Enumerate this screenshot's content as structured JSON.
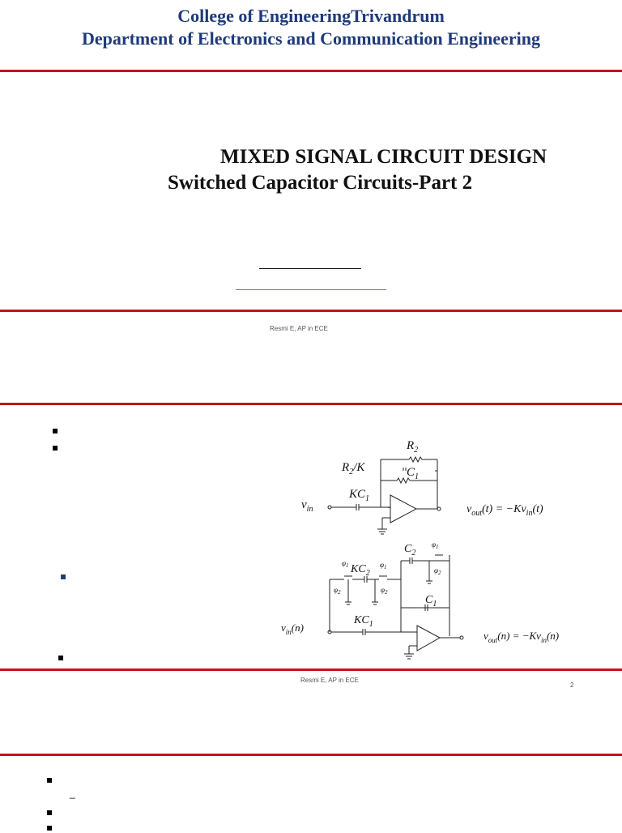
{
  "header": {
    "line1": "College of EngineeringTrivandrum",
    "line2": "Department of Electronics and Communication Engineering"
  },
  "slide1": {
    "title": "MIXED SIGNAL CIRCUIT DESIGN",
    "subtitle": "Switched Capacitor Circuits-Part 2",
    "footer": "Resmi E, AP in ECE"
  },
  "slide2": {
    "footer": "Resmi E, AP in ECE",
    "page_number": "2",
    "bullets": [
      "▪",
      "▪",
      "▪",
      "▪"
    ],
    "circuit_top": {
      "r2": "R",
      "r2_sub": "2",
      "r2k": "R",
      "r2k_sub": "2",
      "r2k_suffix": "/K",
      "c1": "C",
      "c1_sub": "1",
      "kc1": "KC",
      "kc1_sub": "1",
      "vin": "v",
      "vin_sub": "in",
      "vout": "v",
      "vout_sub": "out",
      "vout_eq": "(t)  =  −Kv",
      "vout_eq_sub": "in",
      "vout_eq_end": "(t)"
    },
    "circuit_bottom": {
      "phi1": "φ",
      "phi2": "φ",
      "c2": "C",
      "c2_sub": "2",
      "kc2": "KC",
      "kc2_sub": "2",
      "c1": "C",
      "c1_sub": "1",
      "kc1": "KC",
      "kc1_sub": "1",
      "vin": "v",
      "vin_sub": "in",
      "vin_arg": "(n)",
      "vout": "v",
      "vout_sub": "out",
      "vout_eq": "(n)  =  −Kv",
      "vout_eq_sub": "in",
      "vout_eq_end": "(n)"
    }
  },
  "slide3": {
    "bullets": [
      "▪",
      "▪",
      "▪"
    ],
    "dash": "_"
  },
  "colors": {
    "header_blue": "#1f3a7a",
    "rule_red": "#c0151b",
    "link_blue": "#4a86d8"
  }
}
